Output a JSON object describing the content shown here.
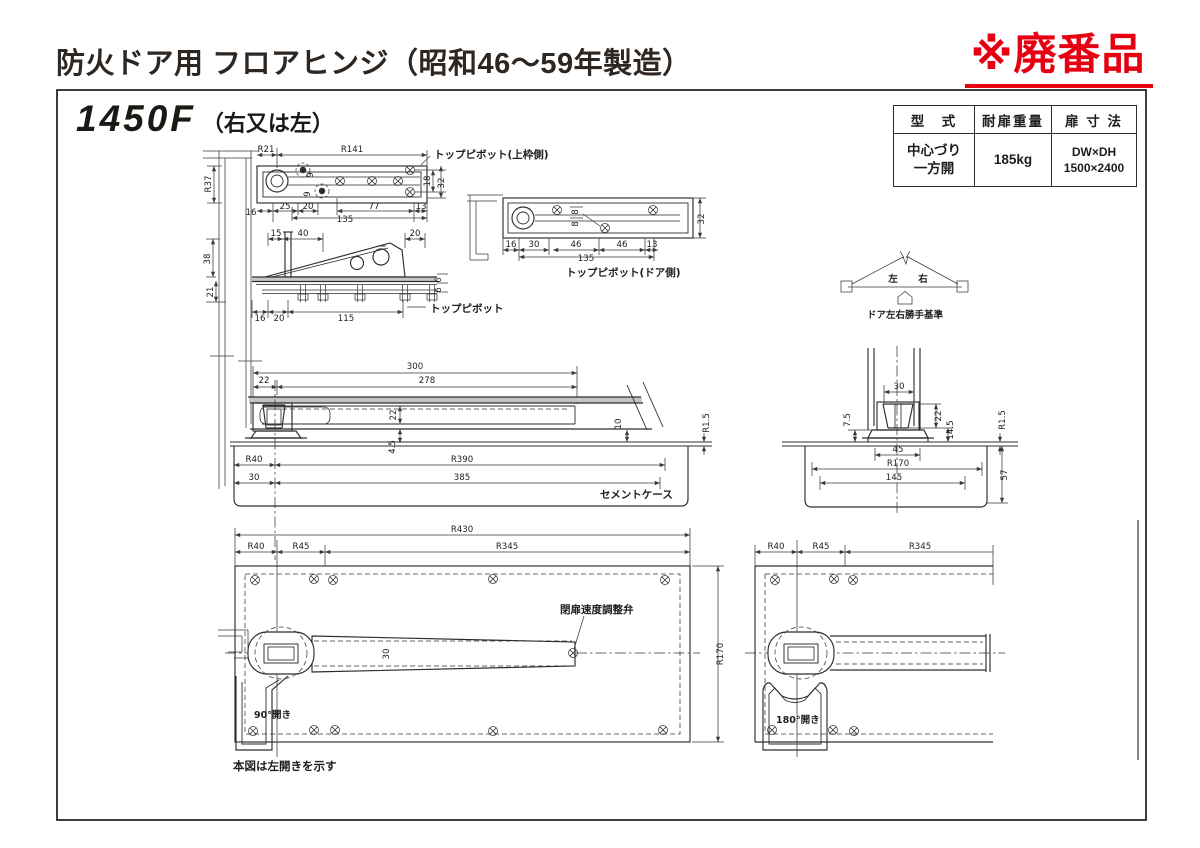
{
  "page": {
    "title": "防火ドア用 フロアヒンジ（昭和46～59年製造）",
    "badge": "※廃番品",
    "model": "1450F",
    "model_suffix": "（右又は左）"
  },
  "spec_table": {
    "headers": [
      "型　式",
      "耐扉重量",
      "扉 寸 法"
    ],
    "type_line1": "中心づり",
    "type_line2": "一方開",
    "weight": "185kg",
    "size_line1": "DW×DH",
    "size_line2": "1500×2400"
  },
  "labels": {
    "top_pivot_frame": "トップピボット(上枠側)",
    "top_pivot_door": "トップピボット(ドア側)",
    "top_pivot": "トップピボット",
    "left": "左",
    "right": "右",
    "handing": "ドア左右勝手基準",
    "cement_case": "セメントケース",
    "valve": "閉扉速度調整弁",
    "open90": "90°開き",
    "open180": "180°開き",
    "note": "本図は左開きを示す"
  },
  "dims": {
    "v1": [
      "R21",
      "R141",
      "R37",
      "9",
      "9",
      "16",
      "25",
      "20",
      "135",
      "77",
      "13",
      "18",
      "32"
    ],
    "v2": [
      "15",
      "40",
      "20",
      "38",
      "21",
      "16",
      "20",
      "115",
      "6",
      "6"
    ],
    "v3": [
      "16",
      "30",
      "46",
      "46",
      "13",
      "135",
      "32",
      "8",
      "8"
    ],
    "v5": [
      "300",
      "278",
      "22",
      "22",
      "4.5",
      "10",
      "R1.5",
      "R40",
      "R390",
      "30",
      "385"
    ],
    "v6": [
      "30",
      "22",
      "14.5",
      "7.5",
      "R1.5",
      "45",
      "R170",
      "145",
      "57"
    ],
    "v7": [
      "R430",
      "R40",
      "R45",
      "R345",
      "30",
      "R170"
    ],
    "v8": [
      "R40",
      "R45",
      "R345"
    ]
  }
}
